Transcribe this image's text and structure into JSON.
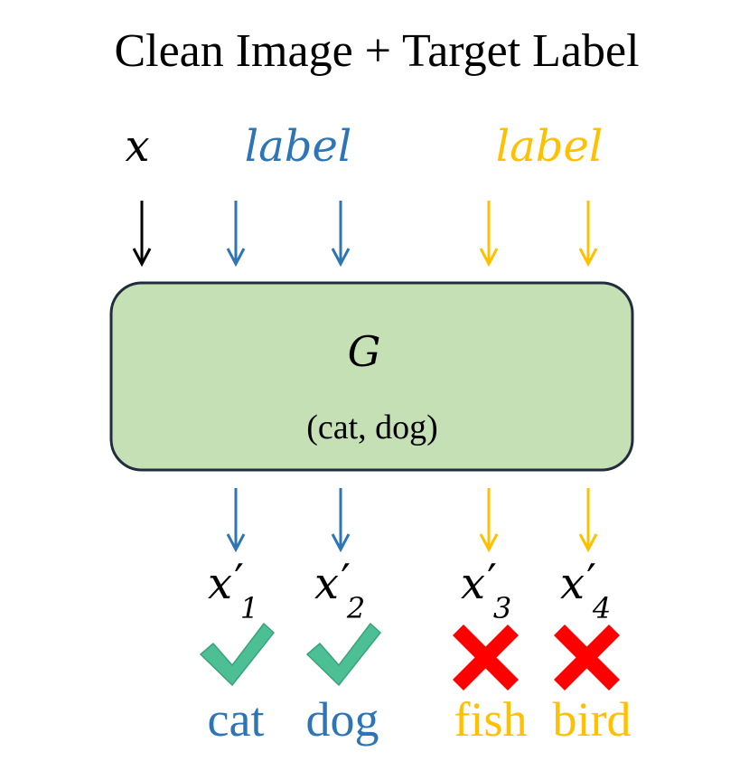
{
  "title": "Clean Image + Target Label",
  "inputs": {
    "x": "x",
    "label_blue": "label",
    "label_gold": "label"
  },
  "generator": {
    "symbol": "G",
    "classes": "(cat, dog)"
  },
  "outputs": [
    {
      "var": "x",
      "sub": "1",
      "status": "check-icon",
      "label": "cat",
      "color": "#2e75b6"
    },
    {
      "var": "x",
      "sub": "2",
      "status": "check-icon",
      "label": "dog",
      "color": "#2e75b6"
    },
    {
      "var": "x",
      "sub": "3",
      "status": "cross-icon",
      "label": "fish",
      "color": "#ffc000"
    },
    {
      "var": "x",
      "sub": "4",
      "status": "cross-icon",
      "label": "bird",
      "color": "#ffc000"
    }
  ],
  "colors": {
    "black": "#000000",
    "blue": "#2e75b6",
    "gold": "#ffc000",
    "box_fill": "#c5e0b4",
    "box_stroke": "#1f2d3d",
    "check": "#4dbf94",
    "cross": "#ff0000"
  }
}
